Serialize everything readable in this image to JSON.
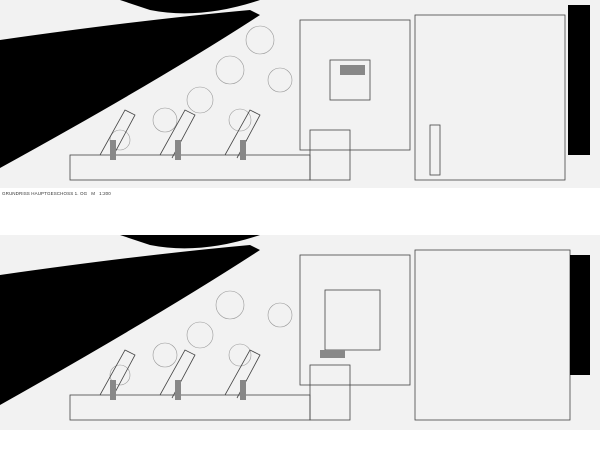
{
  "plans": [
    {
      "id": "upper",
      "caption": "GRUNDRISS HAUPTGESCHOSS 1. OG   M   1:200"
    },
    {
      "id": "lower"
    }
  ],
  "colors": {
    "paper": "#f1f1f1",
    "ink": "#000000",
    "line": "#555555",
    "hatch": "#888888"
  }
}
